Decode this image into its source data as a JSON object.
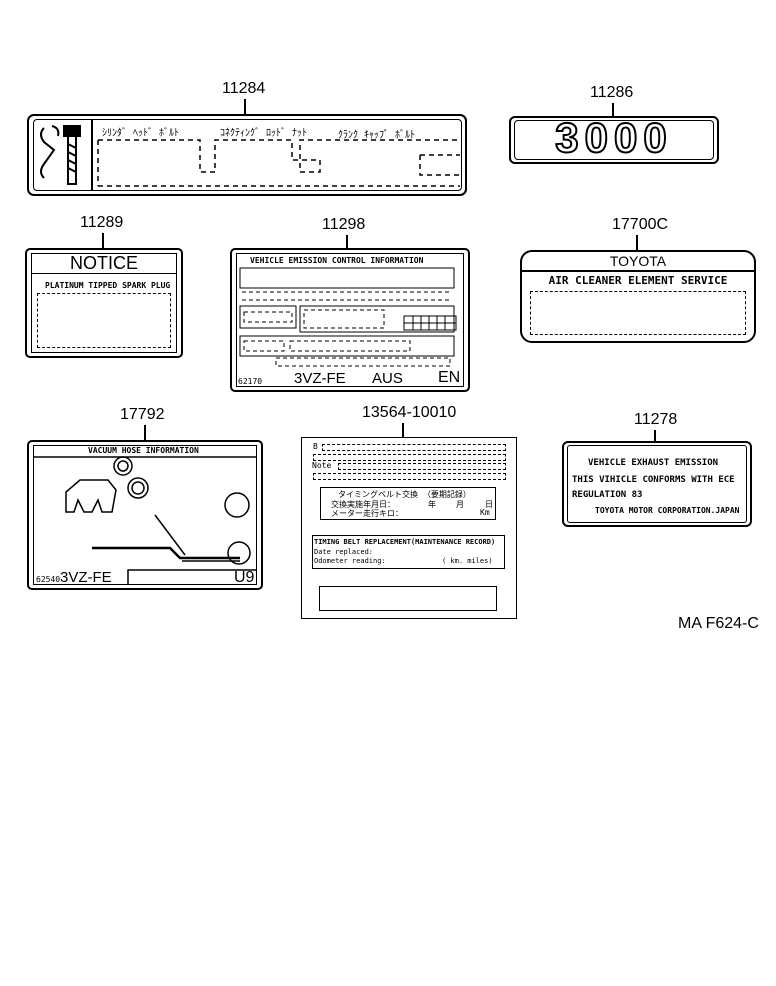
{
  "labels": {
    "torque": {
      "part_no": "11284",
      "col1": "ｼﾘﾝﾀﾞ ﾍｯﾄﾞ ﾎﾞﾙﾄ",
      "col2": "ｺﾈｸﾃｨﾝｸﾞ ﾛｯﾄﾞ ﾅｯﾄ",
      "col3": "ｸﾗﾝｸ ｷｬｯﾌﾟ ﾎﾞﾙﾄ"
    },
    "emblem": {
      "part_no": "11286",
      "text": "3000"
    },
    "notice": {
      "part_no": "11289",
      "title": "NOTICE",
      "subtitle": "PLATINUM TIPPED SPARK PLUG"
    },
    "emission_control": {
      "part_no": "11298",
      "title": "VEHICLE EMISSION CONTROL INFORMATION",
      "code": "62170",
      "engine": "3VZ-FE",
      "market": "AUS",
      "lang": "EN"
    },
    "air_cleaner": {
      "part_no": "17700C",
      "brand": "TOYOTA",
      "title": "AIR CLEANER ELEMENT SERVICE"
    },
    "vacuum_hose": {
      "part_no": "17792",
      "title": "VACUUM HOSE INFORMATION",
      "code": "62540",
      "engine": "3VZ-FE",
      "variant": "U9"
    },
    "timing_belt": {
      "part_no": "13564-10010",
      "row1_prefix": "B",
      "row3_prefix": "Note",
      "jp_title": "タイミングベルト交換 （要期記録）",
      "jp_date": "交換実施年月日：",
      "jp_year": "年",
      "jp_month": "月",
      "jp_day": "日",
      "jp_odo": "メーター走行キロ：",
      "jp_km": "Km",
      "en_title": "TIMING BELT REPLACEMENT(MAINTENANCE RECORD)",
      "en_date": "Date replaced:",
      "en_odo": "Odometer reading:",
      "en_units": "( km. miles)"
    },
    "exhaust": {
      "part_no": "11278",
      "line1": "VEHICLE EXHAUST EMISSION",
      "line2": "THIS VIHICLE CONFORMS WITH ECE",
      "line3": "REGULATION 83",
      "line4": "TOYOTA MOTOR CORPORATION.JAPAN"
    }
  },
  "figure_code": "MA F624-C"
}
